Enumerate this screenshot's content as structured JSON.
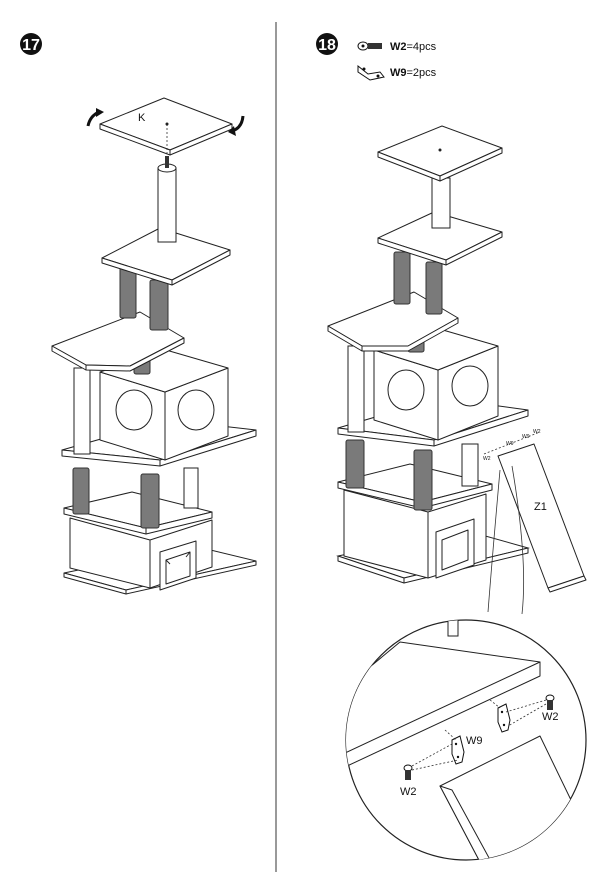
{
  "step17": {
    "number": "17",
    "top_part_label": "K"
  },
  "step18": {
    "number": "18",
    "parts": [
      {
        "code": "W2",
        "qty": "=4pcs",
        "icon": "screw-icon"
      },
      {
        "code": "W9",
        "qty": "=2pcs",
        "icon": "bracket-icon"
      }
    ],
    "ramp_label": "Z1",
    "detail_labels": {
      "bracket": "W9",
      "screw_left": "W2",
      "screw_right": "W2"
    },
    "small_labels": [
      "W2",
      "W9",
      "W9",
      "W2"
    ]
  }
}
